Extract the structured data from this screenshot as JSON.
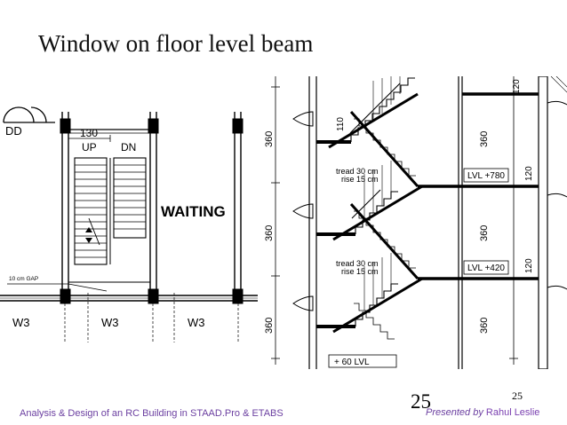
{
  "slide": {
    "title": "Window on floor level beam",
    "slide_number": "25",
    "slide_number_small": "25",
    "footer_left": "Analysis & Design of an RC Building in STAAD.Pro & ETABS",
    "footer_right_prefix": "Presented by",
    "footer_right_name": "Rahul Leslie",
    "colors": {
      "footer": "#6b3fa0",
      "drawing": "#000000"
    }
  },
  "plan": {
    "door_label": "DD",
    "dimension": "130",
    "up_label": "UP",
    "down_label": "DN",
    "room_label": "WAITING",
    "gap_label": "10 cm GAP",
    "windows": [
      "W3",
      "W3",
      "W3"
    ]
  },
  "section": {
    "dims_left": [
      "360",
      "360",
      "360"
    ],
    "dims_right": [
      "360",
      "360",
      "360"
    ],
    "dim_small": "110",
    "dim_top": "120",
    "dim_mid_1": "120",
    "dim_mid_2": "120",
    "tread_1": "tread 30 cm",
    "rise_1": "rise 15 cm",
    "tread_2": "tread 30 cm",
    "rise_2": "rise 15 cm",
    "level_1": "LVL  +780",
    "level_2": "LVL  +420",
    "level_3": "+ 60 LVL"
  }
}
